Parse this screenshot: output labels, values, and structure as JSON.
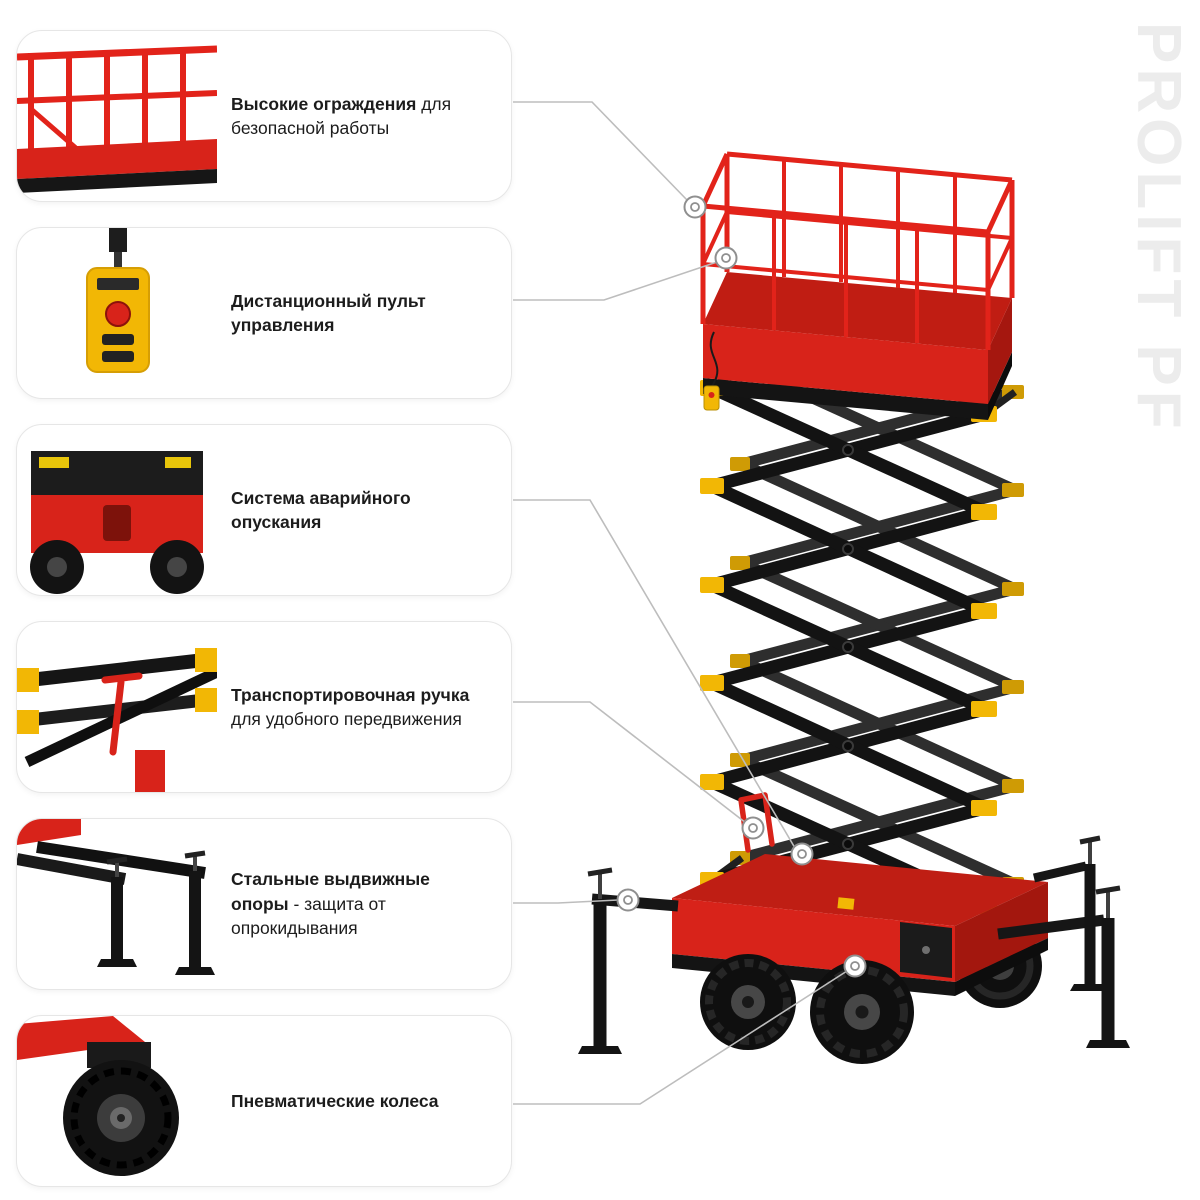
{
  "watermark": "PROLIFT PF",
  "features": [
    {
      "title": "Высокие ограждения",
      "description": "для безопасной работы"
    },
    {
      "title": "Дистанционный пульт управления",
      "description": ""
    },
    {
      "title": "Система аварийного опускания",
      "description": ""
    },
    {
      "title": "Транспортировочная ручка",
      "description": "для удобного передвижения"
    },
    {
      "title": "Стальные выдвижные опоры",
      "description": "- защита от опрокидывания"
    },
    {
      "title": "Пневматические колеса",
      "description": ""
    }
  ],
  "colors": {
    "red": "#d8231a",
    "dark_red": "#a5170f",
    "black": "#151515",
    "yellow": "#f2b705",
    "callout_gray": "#bdbdbd",
    "watermark_gray": "#ececec"
  }
}
